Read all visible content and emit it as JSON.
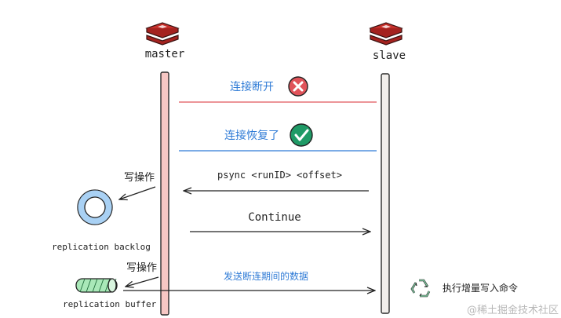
{
  "nodes": {
    "master": {
      "label": "master"
    },
    "slave": {
      "label": "slave"
    }
  },
  "messages": {
    "disconnect": "连接断开",
    "reconnect": "连接恢复了",
    "psync": "psync  <runID> <offset>",
    "continue": "Continue",
    "send_period_data": "发送断连期间的数据",
    "write_op_1": "写操作",
    "write_op_2": "写操作",
    "execute_incremental": "执行增量写入命令"
  },
  "components": {
    "backlog": "replication backlog",
    "buffer": "replication buffer"
  },
  "watermark": "@稀土掘金技术社区",
  "icons": {
    "master_logo": "redis-icon",
    "slave_logo": "redis-icon",
    "disconnect": "error-x-icon",
    "reconnect": "check-icon",
    "execute": "recycle-icon"
  },
  "colors": {
    "master_bar": "#f7c7c4",
    "slave_bar": "#f2efec",
    "disconnect_line": "#e0535a",
    "reconnect_line": "#2f7bd6",
    "blue_text": "#2f7bd6",
    "backlog_ring": "#a9d1f4",
    "buffer_fill": "#a9e8b8",
    "error_icon": "#e0535a",
    "check_icon": "#1f9a66"
  }
}
